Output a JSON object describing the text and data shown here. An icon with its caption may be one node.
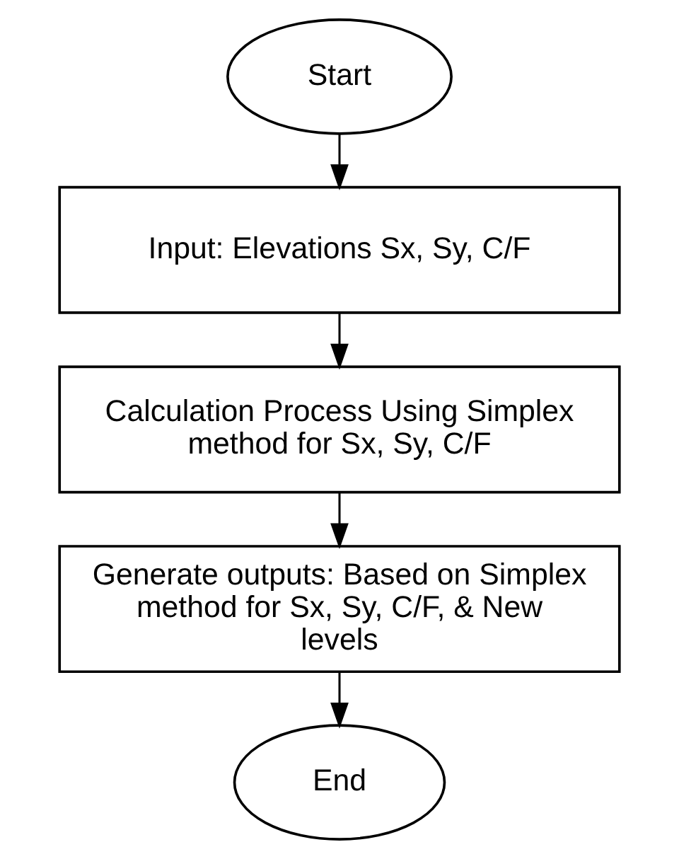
{
  "diagram": {
    "nodes": [
      {
        "text": [
          "Start"
        ]
      },
      {
        "text": [
          "Input: Elevations Sx, Sy, C/F"
        ]
      },
      {
        "text": [
          "Calculation Process Using Simplex method for Sx, Sy, C/F"
        ]
      },
      {
        "text": [
          "Generate outputs: Based on Simplex method for Sx, Sy, C/F, & New levels"
        ]
      },
      {
        "text": [
          "End"
        ]
      }
    ],
    "edges": [
      {
        "from": 0,
        "to": 1,
        "arrow": "to"
      },
      {
        "from": 1,
        "to": 2,
        "arrow": "to"
      },
      {
        "from": 2,
        "to": 3,
        "arrow": "to"
      },
      {
        "from": 3,
        "to": 4,
        "arrow": "to"
      }
    ]
  }
}
